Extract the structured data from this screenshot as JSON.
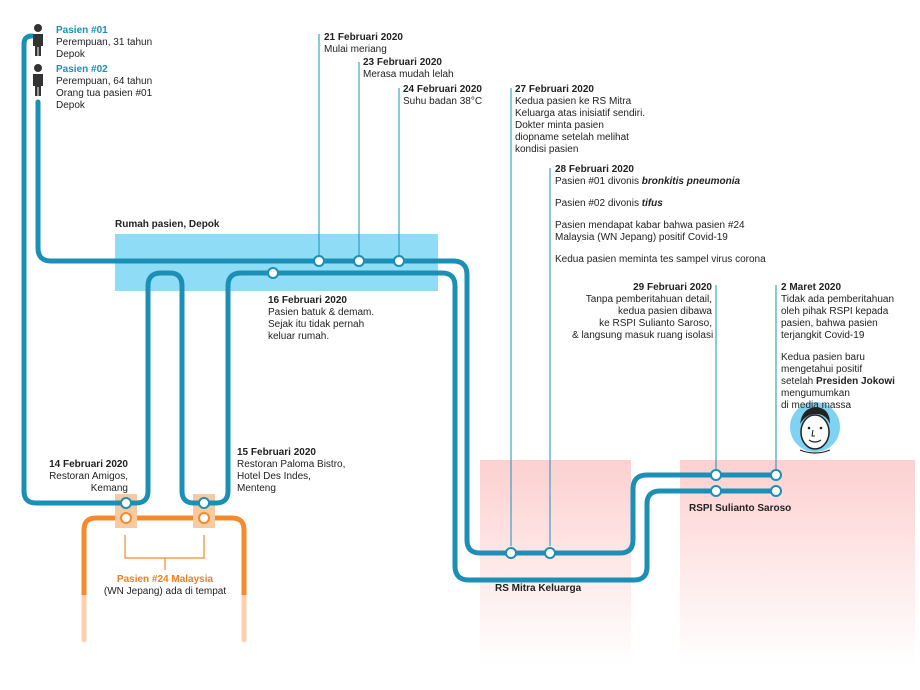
{
  "patients": [
    {
      "name": "Pasien #01",
      "lines": [
        "Perempuan, 31 tahun",
        "Depok"
      ]
    },
    {
      "name": "Pasien #02",
      "lines": [
        "Perempuan, 64 tahun",
        "Orang tua pasien #01",
        "Depok"
      ]
    }
  ],
  "places": {
    "home": "Rumah pasien, Depok",
    "hospital1": "RS Mitra Keluarga",
    "hospital2": "RSPI Sulianto Saroso"
  },
  "events": {
    "feb21": {
      "date": "21 Februari 2020",
      "lines": [
        "Mulai meriang"
      ]
    },
    "feb23": {
      "date": "23 Februari 2020",
      "lines": [
        "Merasa mudah lelah"
      ]
    },
    "feb24": {
      "date": "24 Februari 2020",
      "text": "Suhu badan 38",
      "unit": "°C"
    },
    "feb27": {
      "date": "27 Februari 2020",
      "lines": [
        "Kedua pasien ke RS Mitra",
        "Keluarga atas inisiatif sendiri.",
        "Dokter minta pasien",
        "diopname setelah melihat",
        "kondisi pasien"
      ]
    },
    "feb28": {
      "date": "28 Februari 2020",
      "p1_prefix": "Pasien #01 divonis ",
      "p1_diag": "bronkitis pneumonia",
      "p2_prefix": "Pasien #02 divonis ",
      "p2_diag": "tifus",
      "lines_a": [
        "Pasien mendapat kabar bahwa pasien #24",
        "Malaysia (WN Jepang) positif Covid-19"
      ],
      "line_b": "Kedua pasien meminta tes sampel virus corona"
    },
    "feb29": {
      "date": "29 Februari 2020",
      "lines": [
        "Tanpa pemberitahuan detail,",
        "kedua pasien dibawa",
        "ke RSPI Sulianto Saroso,",
        "& langsung masuk ruang isolasi"
      ]
    },
    "mar2": {
      "date": "2 Maret 2020",
      "lines_a": [
        "Tidak ada pemberitahuan",
        "oleh pihak RSPI kepada",
        "pasien, bahwa pasien",
        "terjangkit Covid-19"
      ],
      "lines_b": [
        "Kedua pasien baru",
        "mengetahui positif"
      ],
      "line_c_prefix": "setelah ",
      "line_c_bold": "Presiden Jokowi",
      "lines_d": [
        "mengumumkan",
        "di media massa"
      ]
    },
    "feb16": {
      "date": "16 Februari 2020",
      "lines": [
        "Pasien batuk & demam.",
        "Sejak itu tidak pernah",
        "keluar rumah."
      ]
    },
    "feb14": {
      "date": "14 Februari 2020",
      "lines": [
        "Restoran Amigos,",
        "Kemang"
      ]
    },
    "feb15": {
      "date": "15 Februari 2020",
      "lines": [
        "Restoran Paloma Bistro,",
        "Hotel Des Indes,",
        "Menteng"
      ]
    }
  },
  "patient24": {
    "name": "Pasien #24 Malaysia",
    "line": "(WN Jepang) ada di tempat"
  },
  "colors": {
    "line_blue": "#1b8fb5",
    "home_zone": "#8fdcf7",
    "hospital_zone": "#fdd4d4",
    "patient24_line": "#f5892d",
    "restaurant_marker": "#f9c9a0"
  },
  "icons": [
    "person-icon",
    "jokowi-portrait-icon"
  ]
}
